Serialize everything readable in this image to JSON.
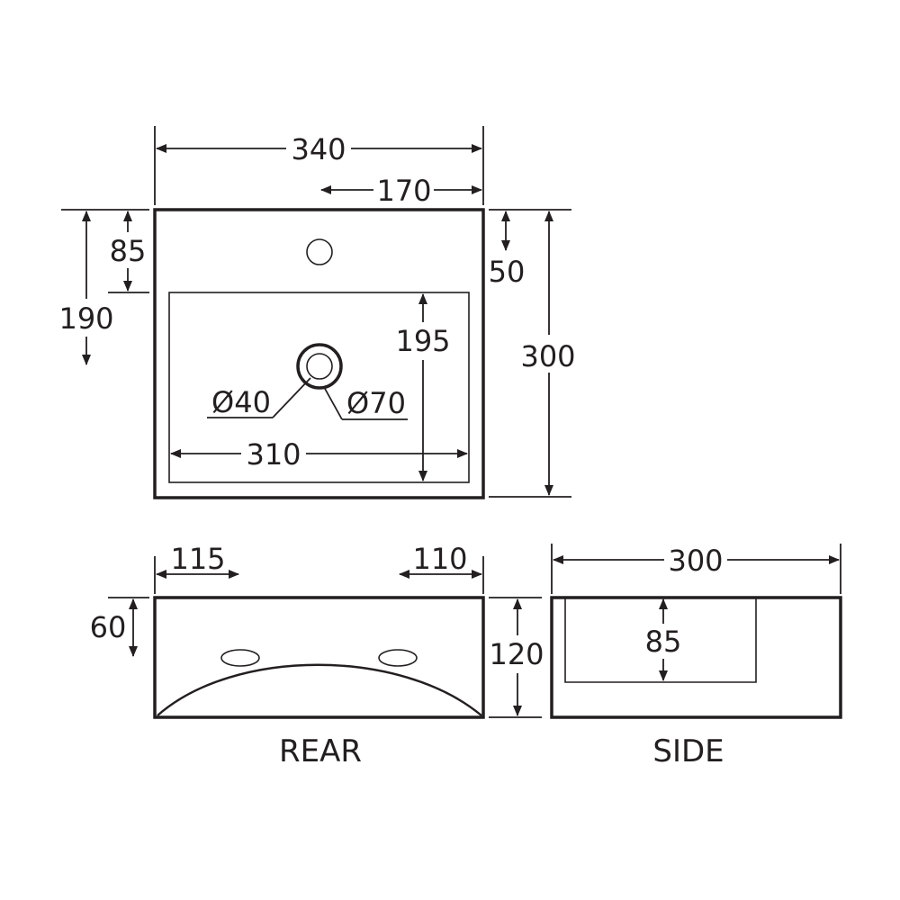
{
  "top_view": {
    "width": "340",
    "hole_offset": "170",
    "hole_depth": "85",
    "waste_depth": "190",
    "hole_from_edge": "50",
    "depth": "300",
    "bowl_depth": "195",
    "waste_diameter_inner": "Ø40",
    "waste_diameter_outer": "Ø70",
    "bowl_width": "310"
  },
  "rear_view": {
    "left_offset": "115",
    "right_offset": "110",
    "hole_height": "60",
    "height": "120",
    "caption": "REAR"
  },
  "side_view": {
    "width": "300",
    "bowl_depth": "85",
    "caption": "SIDE"
  }
}
